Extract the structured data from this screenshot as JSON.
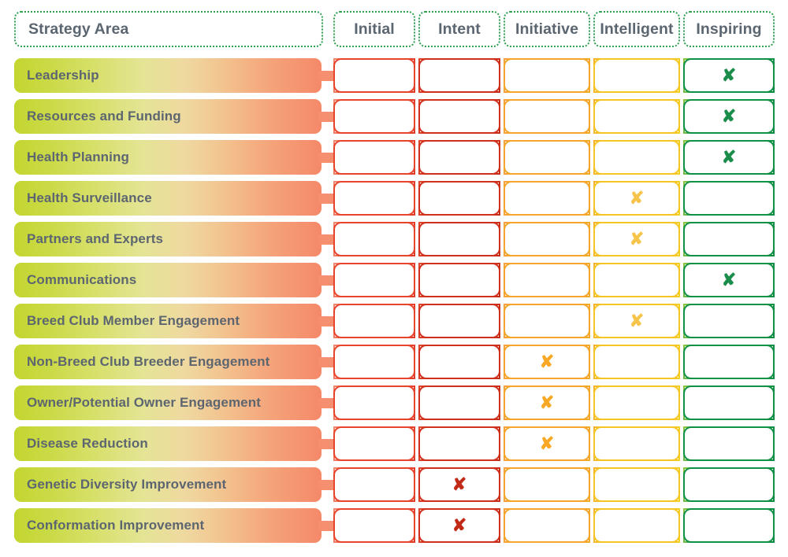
{
  "matrix": {
    "row_header_label": "Strategy Area",
    "stages": [
      {
        "key": "initial",
        "label": "Initial",
        "color": "#e8442c"
      },
      {
        "key": "intent",
        "label": "Intent",
        "color": "#c12a16"
      },
      {
        "key": "initiative",
        "label": "Initiative",
        "color": "#f9a825"
      },
      {
        "key": "intelligent",
        "label": "Intelligent",
        "color": "#f6c44a"
      },
      {
        "key": "inspiring",
        "label": "Inspiring",
        "color": "#1a8d4b"
      }
    ],
    "mark_glyph": "✘",
    "rows": [
      {
        "label": "Leadership",
        "marked_stage": 4
      },
      {
        "label": "Resources and Funding",
        "marked_stage": 4
      },
      {
        "label": "Health Planning",
        "marked_stage": 4
      },
      {
        "label": "Health Surveillance",
        "marked_stage": 3
      },
      {
        "label": "Partners and Experts",
        "marked_stage": 3
      },
      {
        "label": "Communications",
        "marked_stage": 4
      },
      {
        "label": "Breed Club Member Engagement",
        "marked_stage": 3
      },
      {
        "label": "Non-Breed Club Breeder Engagement",
        "marked_stage": 2
      },
      {
        "label": "Owner/Potential Owner Engagement",
        "marked_stage": 2
      },
      {
        "label": "Disease Reduction",
        "marked_stage": 2
      },
      {
        "label": "Genetic Diversity Improvement",
        "marked_stage": 1
      },
      {
        "label": "Conformation Improvement",
        "marked_stage": 1
      }
    ]
  },
  "theme": {
    "header_border_color": "#2e9e4f",
    "header_text_color": "#5b6670",
    "label_text_color": "#5d6670",
    "pill_gradient_start": "#c3d62f",
    "pill_gradient_end": "#f4896a",
    "connector_color": "#f58f70",
    "background": "#ffffff"
  }
}
